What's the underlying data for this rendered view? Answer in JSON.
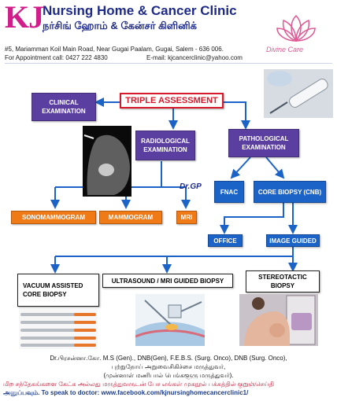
{
  "header": {
    "logo": "KJ",
    "title_en": "Nursing Home & Cancer Clinic",
    "title_ta": "நர்சிங் ஹோம் & கேன்சர் கிளினிக்",
    "address": "#5, Mariamman Koil Main Road, Near Gugai Paalam, Gugai, Salem - 636 006.",
    "appointment": "For Appointment call: 0427 222 4830",
    "email": "E-mail: kjcancerclinic@yahoo.com",
    "brand": "Divine Care"
  },
  "flowchart": {
    "triple": "TRIPLE ASSESSMENT",
    "clinical": "CLINICAL EXAMINATION",
    "radiological": "RADIOLOGICAL EXAMINATION",
    "pathological": "PATHOLOGICAL EXAMINATION",
    "sonomammogram": "SONOMAMMOGRAM",
    "mammogram": "MAMMOGRAM",
    "mri": "MRI",
    "fnac": "FNAC",
    "core_biopsy": "CORE BIOPSY (CNB)",
    "office": "OFFICE",
    "image_guided": "IMAGE GUIDED",
    "vacuum": "VACUUM ASSISTED CORE BIOPSY",
    "ultrasound": "ULTRASOUND / MRI GUIDED BIOPSY",
    "stereotactic": "STEREOTACTIC BIOPSY",
    "signature": "Dr.GP"
  },
  "doctor": {
    "line1": "Dr.பிரசன்னா.கோ. M.S (Gen)., DNB(Gen), F.E.B.S. (Surg. Onco), DNB (Surg. Onco),",
    "line2": "புற்றுநோய் அறுவைசிகிச்சை மருத்துவர்,",
    "line3": "(முன்னாள் மணிபால் பெங்களூரு மருத்துவர்)."
  },
  "footer": {
    "tamil": "மிற சந்தேகங்களை கேட்க அல்லது மருத்துவருடன் பேச எங்கள் முகநூல் பக்கத்தில் குறுஞ்செய்தி",
    "english": "அனுப்பவும். To speak to doctor: www.facebook.com/kjnursinghomecancerclinic1/"
  },
  "colors": {
    "magenta": "#d11e8a",
    "navy": "#1d2a8a",
    "purple": "#5a3fa0",
    "orange": "#f07a16",
    "blue": "#1c63c8",
    "red": "#d8192b"
  }
}
